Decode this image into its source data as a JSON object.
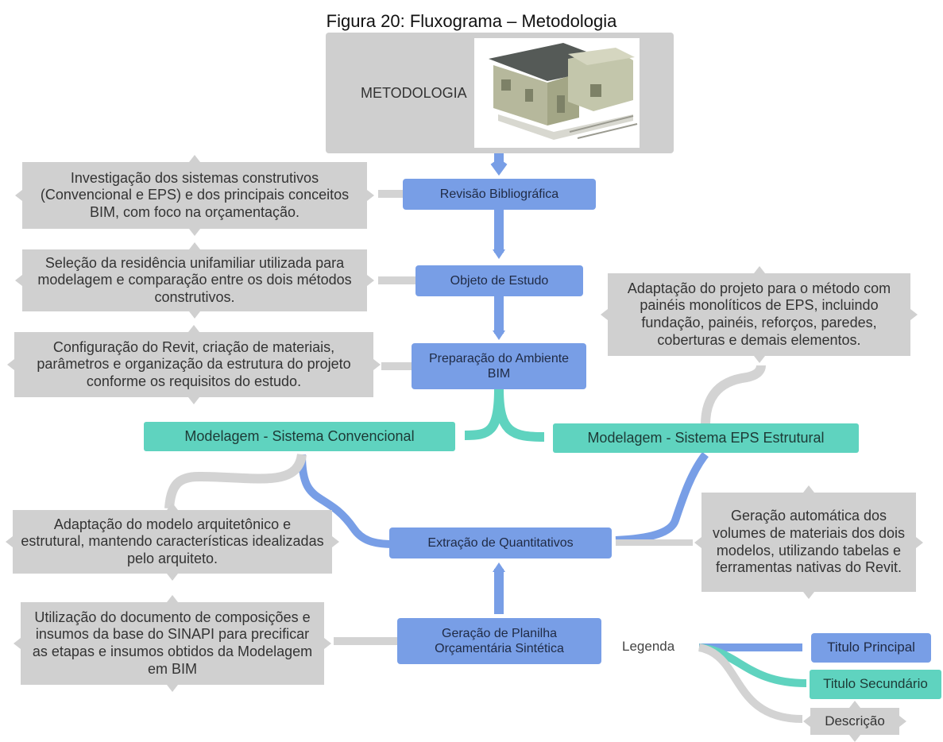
{
  "figure": {
    "caption": "Figura 20: Fluxograma – Metodologia"
  },
  "header": {
    "label": "METODOLOGIA",
    "image_icon": "house-3d-model"
  },
  "steps": [
    {
      "label": "Revisão Bibliográfica"
    },
    {
      "label": "Objeto de Estudo"
    },
    {
      "label": "Preparação do Ambiente BIM"
    },
    {
      "label": "Extração de Quantitativos"
    },
    {
      "label": "Geração de Planilha Orçamentária Sintética"
    }
  ],
  "branches": [
    {
      "label": "Modelagem - Sistema Convencional"
    },
    {
      "label": "Modelagem - Sistema EPS Estrutural"
    }
  ],
  "descriptions": [
    {
      "text": "Investigação dos sistemas construtivos (Convencional e EPS) e dos principais conceitos BIM, com foco na orçamentação."
    },
    {
      "text": "Seleção da residência unifamiliar utilizada para modelagem e comparação entre os dois métodos construtivos."
    },
    {
      "text": "Configuração do Revit, criação de materiais, parâmetros e organização da estrutura do projeto conforme os requisitos do estudo."
    },
    {
      "text": "Adaptação do projeto para o método com painéis monolíticos de EPS, incluindo fundação, painéis, reforços, paredes, coberturas e demais elementos."
    },
    {
      "text": "Adaptação do modelo arquitetônico e estrutural, mantendo características idealizadas pelo arquiteto."
    },
    {
      "text": "Geração automática dos volumes de materiais dos dois modelos, utilizando tabelas e ferramentas nativas do Revit."
    },
    {
      "text": "Utilização do documento de composições e insumos da base do SINAPI para precificar as etapas e insumos obtidos da Modelagem em BIM"
    }
  ],
  "legend": {
    "label": "Legenda",
    "items": [
      {
        "label": "Titulo Principal"
      },
      {
        "label": "Titulo Secundário"
      },
      {
        "label": "Descrição"
      }
    ]
  },
  "colors": {
    "primary": "#789ee6",
    "secondary": "#5fd3bf",
    "description": "#d0d0d0",
    "header": "#cfcfcf"
  }
}
